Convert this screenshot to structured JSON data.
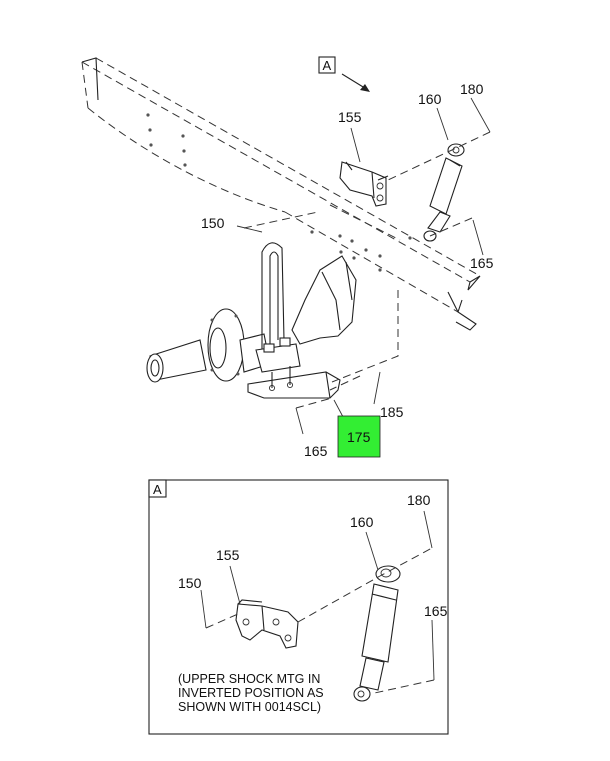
{
  "view_label": "A",
  "callouts_main": {
    "c150": "150",
    "c155": "155",
    "c160": "160",
    "c180": "180",
    "c165_upper": "165",
    "c165_lower": "165",
    "c175": "175",
    "c185": "185"
  },
  "callouts_detail": {
    "c150": "150",
    "c155": "155",
    "c160": "160",
    "c180": "180",
    "c165": "165"
  },
  "highlight": {
    "color": "#33ee33"
  },
  "note": {
    "line1": "(UPPER SHOCK MTG IN",
    "line2": "INVERTED POSITION AS",
    "line3": "SHOWN WITH 0014SCL)"
  }
}
